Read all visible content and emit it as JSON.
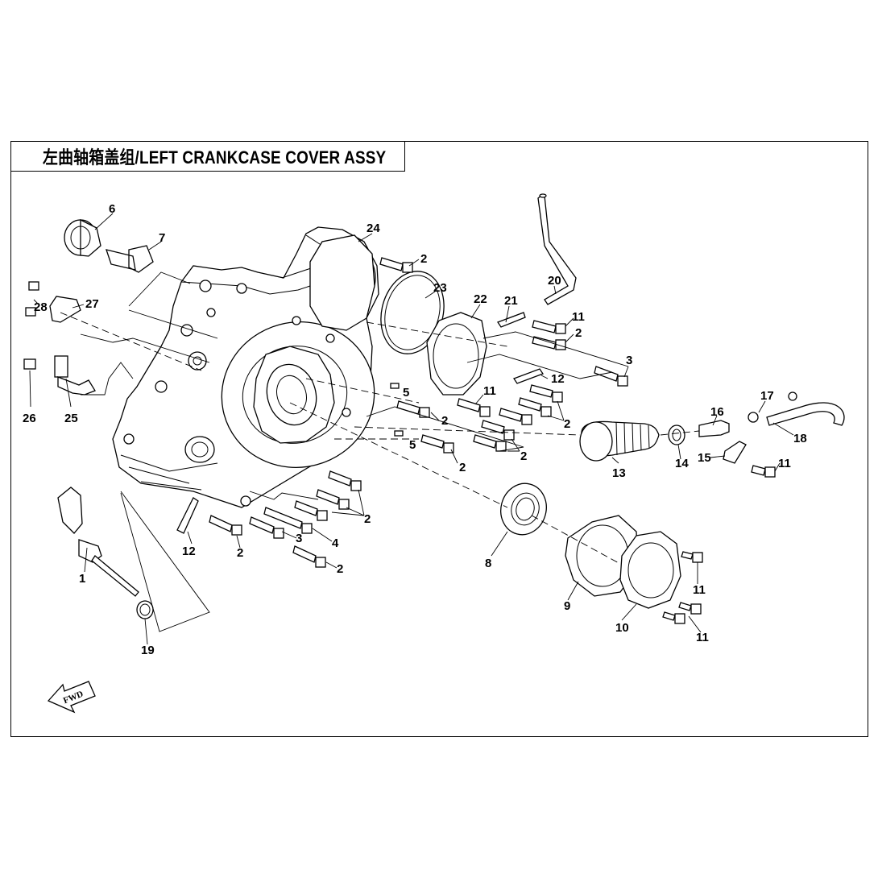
{
  "title": "左曲轴箱盖组/LEFT CRANKCASE COVER ASSY",
  "fwd_label": "FWD",
  "callouts": [
    {
      "id": "c6",
      "text": "6"
    },
    {
      "id": "c7",
      "text": "7"
    },
    {
      "id": "c24",
      "text": "24"
    },
    {
      "id": "c2a",
      "text": "2"
    },
    {
      "id": "c23",
      "text": "23"
    },
    {
      "id": "c20",
      "text": "20"
    },
    {
      "id": "c22",
      "text": "22"
    },
    {
      "id": "c21",
      "text": "21"
    },
    {
      "id": "c11a",
      "text": "11"
    },
    {
      "id": "c2b",
      "text": "2"
    },
    {
      "id": "c28",
      "text": "28"
    },
    {
      "id": "c27",
      "text": "27"
    },
    {
      "id": "c3a",
      "text": "3"
    },
    {
      "id": "c12a",
      "text": "12"
    },
    {
      "id": "c26",
      "text": "26"
    },
    {
      "id": "c25",
      "text": "25"
    },
    {
      "id": "c5a",
      "text": "5"
    },
    {
      "id": "c11b",
      "text": "11"
    },
    {
      "id": "c2c",
      "text": "2"
    },
    {
      "id": "c2d",
      "text": "2"
    },
    {
      "id": "c16",
      "text": "16"
    },
    {
      "id": "c17",
      "text": "17"
    },
    {
      "id": "c18",
      "text": "18"
    },
    {
      "id": "c5b",
      "text": "5"
    },
    {
      "id": "c2e",
      "text": "2"
    },
    {
      "id": "c2f",
      "text": "2"
    },
    {
      "id": "c13",
      "text": "13"
    },
    {
      "id": "c14",
      "text": "14"
    },
    {
      "id": "c15",
      "text": "15"
    },
    {
      "id": "c11c",
      "text": "11"
    },
    {
      "id": "c2g",
      "text": "2"
    },
    {
      "id": "c12b",
      "text": "12"
    },
    {
      "id": "c2h",
      "text": "2"
    },
    {
      "id": "c3b",
      "text": "3"
    },
    {
      "id": "c4",
      "text": "4"
    },
    {
      "id": "c2i",
      "text": "2"
    },
    {
      "id": "c8",
      "text": "8"
    },
    {
      "id": "c1",
      "text": "1"
    },
    {
      "id": "c9",
      "text": "9"
    },
    {
      "id": "c11d",
      "text": "11"
    },
    {
      "id": "c10",
      "text": "10"
    },
    {
      "id": "c11e",
      "text": "11"
    },
    {
      "id": "c19",
      "text": "19"
    }
  ]
}
